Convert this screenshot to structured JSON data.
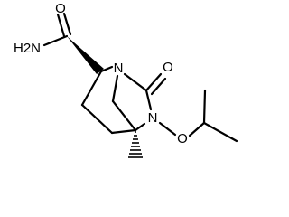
{
  "molecule": {
    "atoms": {
      "amide_nh2": "H2N",
      "amide_o": "O",
      "bridge_n": "N",
      "urea_o": "O",
      "n_oxy": "N",
      "ether_o": "O"
    }
  },
  "colors": {
    "bond": "#000000",
    "label": "#000000",
    "background": "#ffffff"
  }
}
